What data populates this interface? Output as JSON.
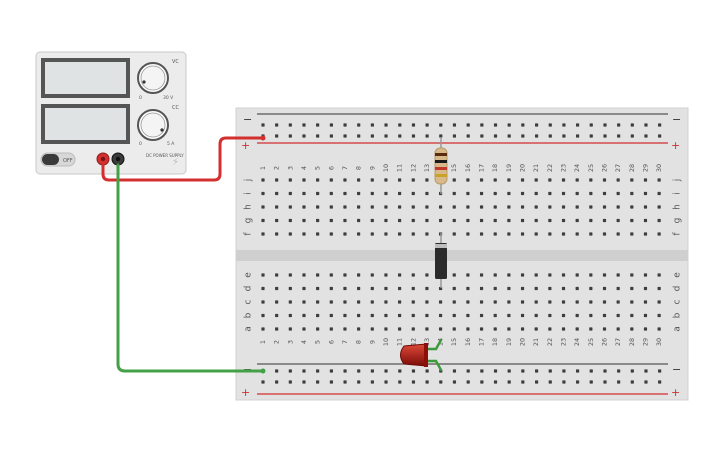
{
  "power_supply": {
    "off_label": "OFF",
    "voltage_knob_mark": "VC",
    "current_knob_mark": "CC",
    "voltage_scale": {
      "min": "0",
      "max": "30 V"
    },
    "current_scale": {
      "min": "0",
      "max": "5 A"
    },
    "brand_label": "DC POWER SUPPLY",
    "terminals": [
      "positive",
      "negative"
    ]
  },
  "breadboard": {
    "columns": [
      "1",
      "2",
      "3",
      "4",
      "5",
      "6",
      "7",
      "8",
      "9",
      "10",
      "11",
      "12",
      "13",
      "14",
      "15",
      "16",
      "17",
      "18",
      "19",
      "20",
      "21",
      "22",
      "23",
      "24",
      "25",
      "26",
      "27",
      "28",
      "29",
      "30"
    ],
    "top_rows": [
      "j",
      "i",
      "h",
      "g",
      "f"
    ],
    "bottom_rows": [
      "e",
      "d",
      "c",
      "b",
      "a"
    ],
    "rail_plus": "+",
    "rail_minus": "−"
  },
  "components": {
    "resistor": {
      "column": 14,
      "color_bands": [
        "#5a2c0f",
        "#1a1a1a",
        "#c0392b",
        "#c9a227"
      ]
    },
    "diode": {
      "column": 14
    },
    "led": {
      "color": "#b3120c"
    }
  },
  "wires": {
    "positive_color": "#d32f2f",
    "ground_color": "#43a047"
  },
  "colors": {
    "rail_red": "#d32f2f",
    "rail_dark": "#333333",
    "board": "#e2e2e2"
  }
}
